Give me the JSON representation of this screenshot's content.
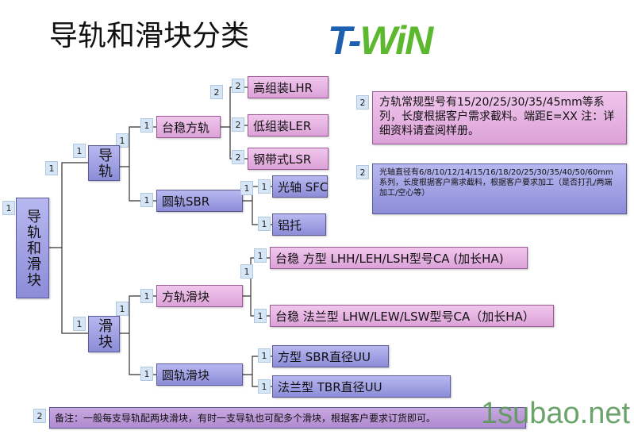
{
  "title": "导轨和滑块分类",
  "logo": {
    "part1": "T-",
    "part2": "WiN"
  },
  "root": "导轨和滑块",
  "rail": "导轨",
  "block": "滑块",
  "square_rail": "台稳方轨",
  "round_rail": "圆轨SBR",
  "lhr": "高组装LHR",
  "ler": "低组装LER",
  "lsr": "钢带式LSR",
  "sfc": "光轴 SFC",
  "support": "铝托",
  "note1": "方轨常规型号有15/20/25/30/35/45mm等系列，长度根据客户需求截料。端距E=XX 注：详细资料请查阅样册。",
  "note2": "光轴直径有6/8/10/12/14/15/16/18/20/25/30/35/40/50/60mm系列，长度根据客户需求截料，根据客户要求加工（是否打孔/两端加工/空心等）",
  "square_block": "方轨滑块",
  "round_block": "圆轨滑块",
  "sq_type": "台稳 方型 LHH/LEH/LSH型号CA (加长HA)",
  "flange_type": "台稳 法兰型 LHW/LEW/LSW型号CA（加长HA）",
  "sbr_uu": "方型 SBR直径UU",
  "tbr_uu": "法兰型 TBR直径UU",
  "bottom_note": "备注：一般每支导轨配两块滑块，有时一支导轨也可配多个滑块，根据客户要求订货即可。",
  "watermark": "1subao.net",
  "badges": {
    "one": "1",
    "two": "2"
  }
}
